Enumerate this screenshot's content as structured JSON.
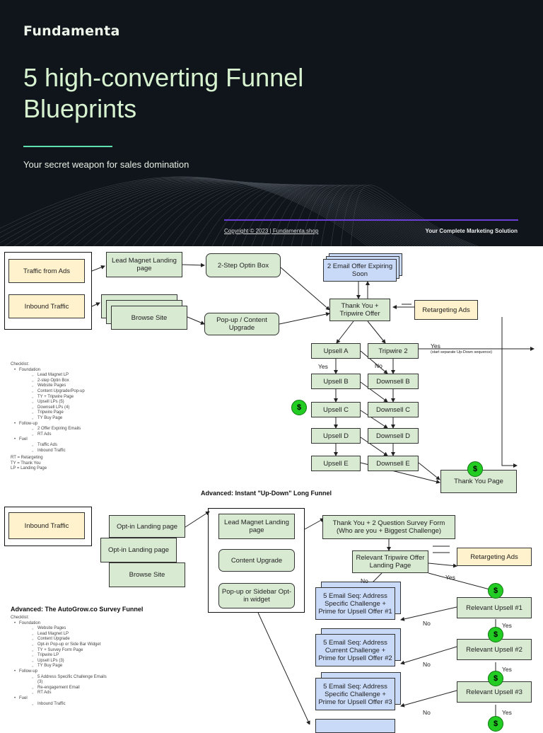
{
  "header": {
    "logo": "Fundamenta",
    "title": "5 high-converting Funnel Blueprints",
    "subtitle": "Your secret weapon for sales domination",
    "copyright": "Copyright ©  2023 | Fundamenta.shop",
    "tagline": "Your Complete Marketing Solution",
    "colors": {
      "background": "#10151c",
      "title": "#d8f3d0",
      "accent_line": "#5fe0b0",
      "divider": "#6a3fd6"
    }
  },
  "funnel1": {
    "caption": "Advanced: Instant \"Up-Down\" Long Funnel",
    "traffic_ads": "Traffic from Ads",
    "inbound": "Inbound Traffic",
    "lead_magnet": "Lead Magnet Landing page",
    "browse": "Browse Site",
    "optin": "2-Step Optin Box",
    "popup": "Pop-up / Content Upgrade",
    "email_offer": "2 Email Offer Expiring Soon",
    "thankyou": "Thank You + Tripwire Offer",
    "retargeting": "Retargeting Ads",
    "upsells": [
      "Upsell A",
      "Upsell B",
      "Upsell C",
      "Upsell D",
      "Upsell E"
    ],
    "downs": [
      "Tripwire 2",
      "Downsell B",
      "Downsell C",
      "Downsell D",
      "Downsell E"
    ],
    "thankyou_page": "Thank You Page",
    "yes": "Yes",
    "no": "No",
    "yes_note": "(start separate Up-Down sequence)",
    "dollar": "$",
    "checklist": {
      "title": "Checklist:",
      "groups": [
        {
          "name": "Foundation",
          "items": [
            "Lead Magnet LP",
            "2-step Optin Box",
            "Website Pages",
            "Content Upgrade/Pop-up",
            "TY + Tripwire Page",
            "Upsell LPs (5)",
            "Downsell LPs (4)",
            "Tripwire Page",
            "TY Buy Page"
          ]
        },
        {
          "name": "Follow-up",
          "items": [
            "2 Offer Expiring Emails",
            "RT Ads"
          ]
        },
        {
          "name": "Fuel",
          "items": [
            "Traffic Ads",
            "Inbound Traffic"
          ]
        }
      ],
      "legend": [
        "RT = Retargeting",
        "TY = Thank You",
        "LP = Landing Page"
      ]
    }
  },
  "funnel2": {
    "caption": "Advanced: The AutoGrow.co Survey Funnel",
    "inbound": "Inbound Traffic",
    "optin_lp": "Opt-in Landing page",
    "browse": "Browse Site",
    "lead_magnet": "Lead Magnet Landing page",
    "content_upgrade": "Content Upgrade",
    "popup": "Pop-up or Sidebar Opt-in widget",
    "survey": "Thank You + 2 Question Survey Form (Who are you + Biggest Challenge)",
    "tripwire": "Relevant Tripwire Offer Landing Page",
    "retargeting": "Retargeting Ads",
    "emails": [
      "5 Email Seq: Address Specific Challenge + Prime for Upsell Offer #1",
      "5 Email Seq: Address Current Challenge + Prime for Upsell Offer #2",
      "5 Email Seq: Address Specific Challenge + Prime for Upsell Offer #3"
    ],
    "upsells": [
      "Relevant Upsell #1",
      "Relevant Upsell #2",
      "Relevant Upsell #3"
    ],
    "yes": "Yes",
    "no": "No",
    "dollar": "$",
    "checklist": {
      "title": "Checklist:",
      "groups": [
        {
          "name": "Foundation",
          "items": [
            "Website Pages",
            "Lead Magnet LP",
            "Content Upgrade",
            "Opt-in Pop-up or Side Bar Widget",
            "TY + Survey Form Page",
            "Tripwire LP",
            "Upsell LPs (3)",
            "TY Buy Page"
          ]
        },
        {
          "name": "Follow-up",
          "items": [
            "5 Address Specific Challenge Emails (3)",
            "Re-engagement Email",
            "RT Ads"
          ]
        },
        {
          "name": "Fuel",
          "items": [
            "Inbound Traffic"
          ]
        }
      ]
    }
  }
}
